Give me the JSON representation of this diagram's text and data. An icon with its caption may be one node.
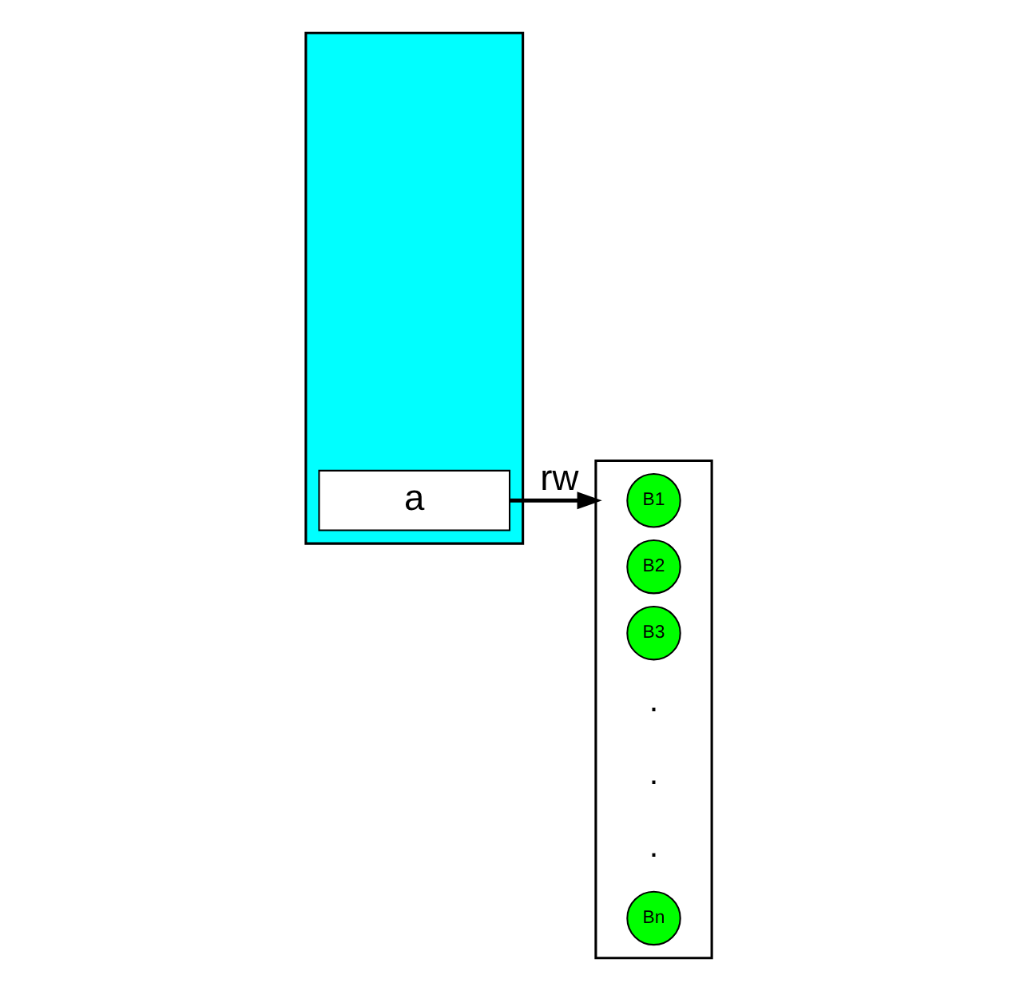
{
  "diagram": {
    "nodes": [
      {
        "text": [],
        "shape": "box"
      },
      {
        "text": [
          "a"
        ],
        "in": 0
      },
      {
        "text": [],
        "shape": "box"
      },
      {
        "text": [
          "B1"
        ],
        "in": 2
      },
      {
        "text": [
          "B2"
        ],
        "in": 2
      },
      {
        "text": [
          "B3"
        ],
        "in": 2
      },
      {
        "text": [
          "Bn"
        ],
        "in": 2
      }
    ],
    "edges": [
      {
        "from": 1,
        "to": 2,
        "label": "rw",
        "arrow": "to"
      }
    ],
    "labels": [
      ".",
      ".",
      "."
    ]
  }
}
